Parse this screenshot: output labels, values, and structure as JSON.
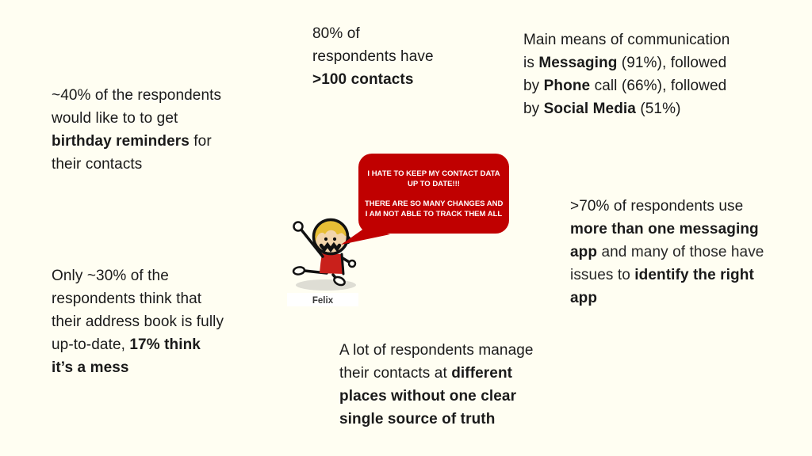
{
  "page": {
    "background_color": "#FFFEF2",
    "text_color": "#1A1A1A",
    "accent_red": "#C00000"
  },
  "stats": {
    "birthday": {
      "lines": [
        [
          {
            "t": "~40% of the respondents"
          }
        ],
        [
          {
            "t": "would like to to get"
          }
        ],
        [
          {
            "t": "birthday reminders",
            "b": true
          },
          {
            "t": " for"
          }
        ],
        [
          {
            "t": "their contacts"
          }
        ]
      ]
    },
    "contacts": {
      "lines": [
        [
          {
            "t": "80% of"
          }
        ],
        [
          {
            "t": "respondents have"
          }
        ],
        [
          {
            "t": ">100 contacts",
            "b": true
          }
        ]
      ]
    },
    "communication": {
      "lines": [
        [
          {
            "t": "Main means of communication"
          }
        ],
        [
          {
            "t": "is "
          },
          {
            "t": "Messaging",
            "b": true
          },
          {
            "t": " (91%), followed"
          }
        ],
        [
          {
            "t": "by "
          },
          {
            "t": "Phone",
            "b": true
          },
          {
            "t": " call (66%), followed"
          }
        ],
        [
          {
            "t": "by "
          },
          {
            "t": "Social Media",
            "b": true
          },
          {
            "t": " (51%)"
          }
        ]
      ]
    },
    "apps": {
      "lines": [
        [
          {
            "t": ">70% of respondents use"
          }
        ],
        [
          {
            "t": "more than one messaging",
            "b": true
          }
        ],
        [
          {
            "t": "app",
            "b": true
          },
          {
            "t": " and many of those have",
            "light": true
          }
        ],
        [
          {
            "t": "issues to ",
            "light": true
          },
          {
            "t": "identify the right",
            "b": true
          }
        ],
        [
          {
            "t": "app",
            "b": true
          }
        ]
      ]
    },
    "uptodate": {
      "lines": [
        [
          {
            "t": "Only ~30% of the"
          }
        ],
        [
          {
            "t": "respondents think that"
          }
        ],
        [
          {
            "t": "their address book is fully"
          }
        ],
        [
          {
            "t": "up-to-date, "
          },
          {
            "t": "17% think",
            "b": true
          }
        ],
        [
          {
            "t": "it’s a mess",
            "b": true
          }
        ]
      ]
    },
    "sources": {
      "lines": [
        [
          {
            "t": "A lot of respondents manage"
          }
        ],
        [
          {
            "t": "their contacts at "
          },
          {
            "t": "different",
            "b": true
          }
        ],
        [
          {
            "t": "places without one clear",
            "b": true
          }
        ],
        [
          {
            "t": "single source of truth",
            "b": true
          }
        ]
      ]
    }
  },
  "speech_bubble": {
    "fill_color": "#C00000",
    "text_color": "#FFFFFF",
    "paragraphs": [
      [
        "I HATE TO KEEP MY CONTACT DATA",
        "UP TO DATE!!!"
      ],
      [
        "THERE ARE SO MANY CHANGES AND",
        "I AM NOT ABLE TO TRACK THEM ALL"
      ]
    ]
  },
  "character": {
    "name_label": "Felix",
    "shirt_color": "#C9201B",
    "hair_color": "#E7BE35",
    "skin_color": "#F2D5AC",
    "shadow_color": "#DEDDD4"
  }
}
